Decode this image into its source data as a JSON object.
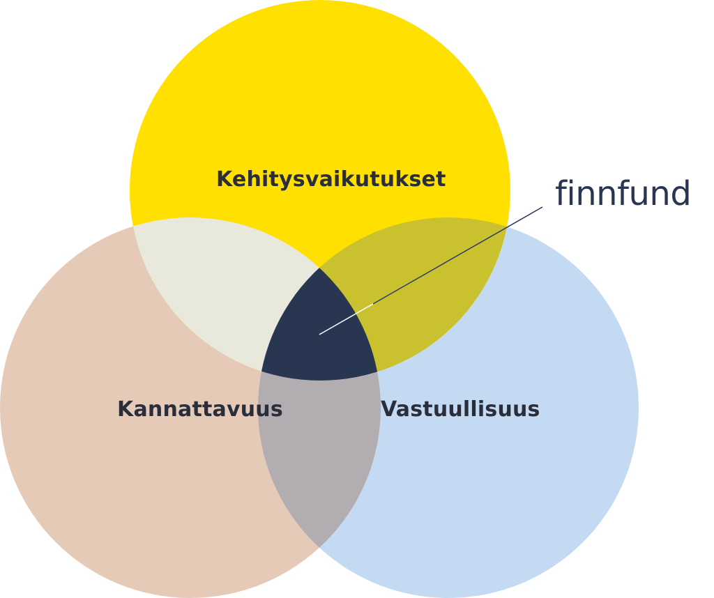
{
  "sets": {
    "top": {
      "label": "Kehitysvaikutukset",
      "color": "#FFE000"
    },
    "left": {
      "label": "Kannattavuus",
      "color": "#E6CAB8"
    },
    "right": {
      "label": "Vastuullisuus",
      "color": "#C4DAF2"
    }
  },
  "overlaps": {
    "top_left": "#E8E8DC",
    "top_right": "#C9C22E",
    "left_right": "#B2ADB1",
    "center": "#283651"
  },
  "center_callout": {
    "label": "finnfund"
  }
}
